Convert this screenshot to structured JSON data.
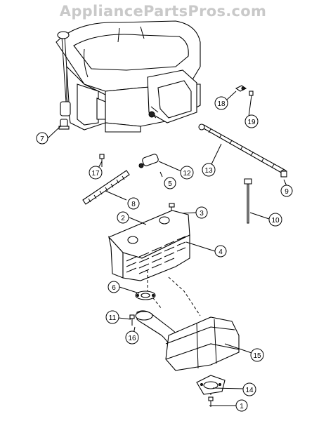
{
  "header": {
    "watermark": "AppliancePartsPros.com"
  },
  "callouts": [
    {
      "id": "c1",
      "label": "1"
    },
    {
      "id": "c2",
      "label": "2"
    },
    {
      "id": "c3",
      "label": "3"
    },
    {
      "id": "c4",
      "label": "4"
    },
    {
      "id": "c5",
      "label": "5"
    },
    {
      "id": "c6",
      "label": "6"
    },
    {
      "id": "c7",
      "label": "7"
    },
    {
      "id": "c8",
      "label": "8"
    },
    {
      "id": "c9",
      "label": "9"
    },
    {
      "id": "c10",
      "label": "10"
    },
    {
      "id": "c11",
      "label": "11"
    },
    {
      "id": "c12",
      "label": "12"
    },
    {
      "id": "c13",
      "label": "13"
    },
    {
      "id": "c14",
      "label": "14"
    },
    {
      "id": "c15",
      "label": "15"
    },
    {
      "id": "c16",
      "label": "16"
    },
    {
      "id": "c17",
      "label": "17"
    },
    {
      "id": "c18",
      "label": "18"
    },
    {
      "id": "c19",
      "label": "19"
    }
  ]
}
